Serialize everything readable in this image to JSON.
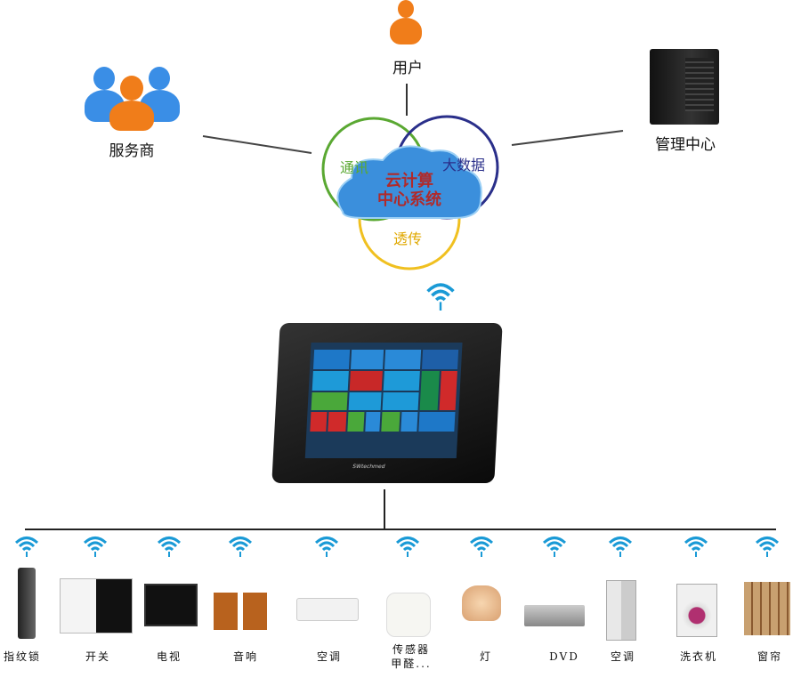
{
  "top": {
    "user_label": "用户",
    "provider_label": "服务商",
    "admin_label": "管理中心"
  },
  "cloud": {
    "title_line1": "云计算",
    "title_line2": "中心系统",
    "circle_left": "通讯",
    "circle_right": "大数据",
    "circle_bottom": "透传"
  },
  "tablet": {
    "brand": "SWtechmed"
  },
  "devices": [
    {
      "label": "指纹锁",
      "icon": "fingerprint-lock-icon"
    },
    {
      "label": "开关",
      "icon": "switch-icon"
    },
    {
      "label": "电视",
      "icon": "tv-icon"
    },
    {
      "label": "音响",
      "icon": "speaker-icon"
    },
    {
      "label": "空调",
      "icon": "air-conditioner-icon"
    },
    {
      "label": "传感器\n甲醛...",
      "line1": "传感器",
      "line2": "甲醛...",
      "icon": "sensor-icon"
    },
    {
      "label": "灯",
      "icon": "lamp-icon"
    },
    {
      "label": "DVD",
      "icon": "dvd-icon"
    },
    {
      "label": "空调",
      "icon": "fridge-icon"
    },
    {
      "label": "洗衣机",
      "icon": "washing-machine-icon"
    },
    {
      "label": "窗帘",
      "icon": "curtain-icon"
    }
  ],
  "colors": {
    "wifi": "#1a9ad6",
    "orange": "#f07d1a",
    "blue_person": "#3a8ee6",
    "green_circle": "#5aa832",
    "navy_circle": "#2a2f8a",
    "yellow_circle": "#f0c020",
    "cloud_text": "#b02a2a"
  }
}
